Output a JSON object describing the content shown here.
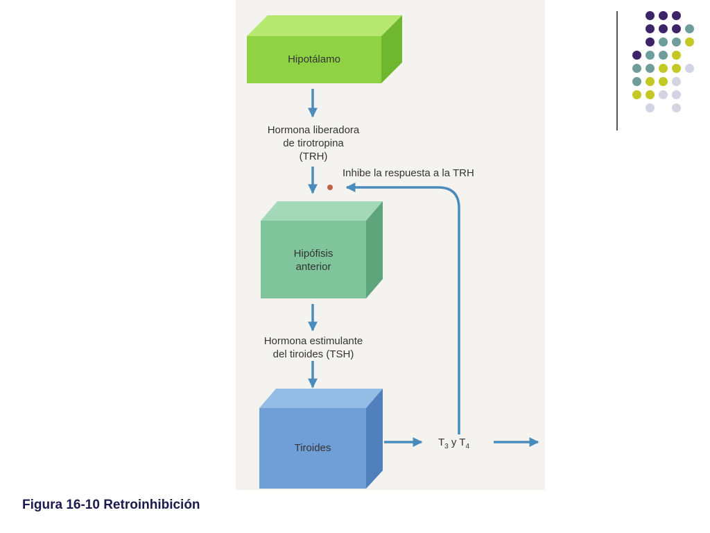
{
  "diagram": {
    "boxes": {
      "hypothalamus": {
        "label": "Hipotálamo",
        "front": "#8fd344",
        "top": "#b6e870",
        "side": "#6fb72f"
      },
      "pituitary": {
        "label_line1": "Hipófisis",
        "label_line2": "anterior",
        "front": "#7fc49a",
        "top": "#a3d9b8",
        "side": "#5ea57c"
      },
      "thyroid": {
        "label": "Tiroides",
        "front": "#6f9fd6",
        "top": "#94bde6",
        "side": "#4f80bb"
      }
    },
    "trh": {
      "line1": "Hormona liberadora",
      "line2": "de tirotropina",
      "line3": "(TRH)"
    },
    "inhibit": {
      "label": "Inhibe la respuesta a la TRH"
    },
    "tsh": {
      "line1": "Hormona estimulante",
      "line2": "del tiroides (TSH)"
    },
    "output": {
      "t": "T",
      "sub3": "3",
      "y": " y T",
      "sub4": "4"
    },
    "colors": {
      "arrow": "#4a8bbd",
      "inhibit_dot": "#c0624a",
      "panel": "#f4f3ef"
    }
  },
  "caption": "Figura 16-10 Retroinhibición",
  "decor_dots": {
    "colors": {
      "purple": "#3d2469",
      "teal": "#6f9d9b",
      "yellow": "#c3c824",
      "lavender": "#d2d3e3"
    },
    "rows": [
      [
        "",
        "purple",
        "purple",
        "purple",
        ""
      ],
      [
        "",
        "purple",
        "purple",
        "purple",
        "teal"
      ],
      [
        "",
        "purple",
        "teal",
        "teal",
        "yellow"
      ],
      [
        "purple",
        "teal",
        "teal",
        "yellow",
        ""
      ],
      [
        "teal",
        "teal",
        "yellow",
        "yellow",
        "lavender"
      ],
      [
        "teal",
        "yellow",
        "yellow",
        "lavender",
        ""
      ],
      [
        "yellow",
        "yellow",
        "lavender",
        "lavender",
        ""
      ],
      [
        "",
        "lavender",
        "",
        "lavender",
        ""
      ]
    ]
  }
}
